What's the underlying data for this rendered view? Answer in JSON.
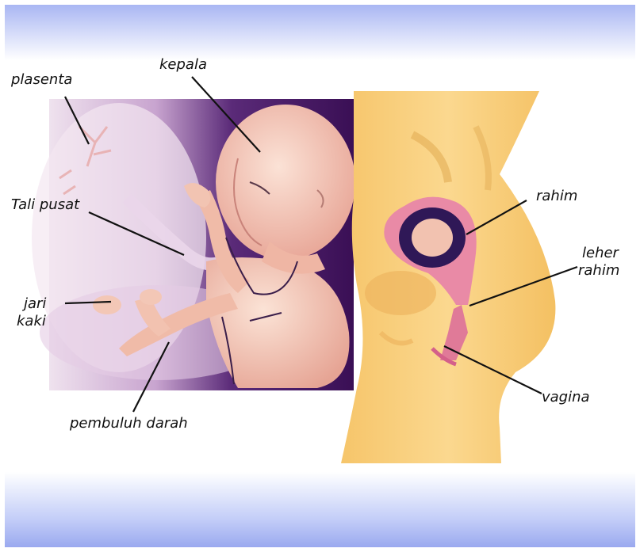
{
  "labels": {
    "plasenta": "plasenta",
    "kepala": "kepala",
    "tali_pusat": "Tali pusat",
    "jari_kaki_1": "jari",
    "jari_kaki_2": "kaki",
    "pembuluh_darah": "pembuluh darah",
    "rahim": "rahim",
    "leher_rahim_1": "leher",
    "leher_rahim_2": "rahim",
    "vagina": "vagina"
  },
  "colors": {
    "frame_top": "#a9b6f3",
    "frame_bottom": "#9aa9ef",
    "womb_bg_dark": "#3a0f55",
    "womb_bg_light": "#e9d6ec",
    "skin": "#f3c6b4",
    "body_yellow": "#f9cf7f",
    "uterus_pink": "#e98aa6",
    "leader_line": "#111111"
  }
}
